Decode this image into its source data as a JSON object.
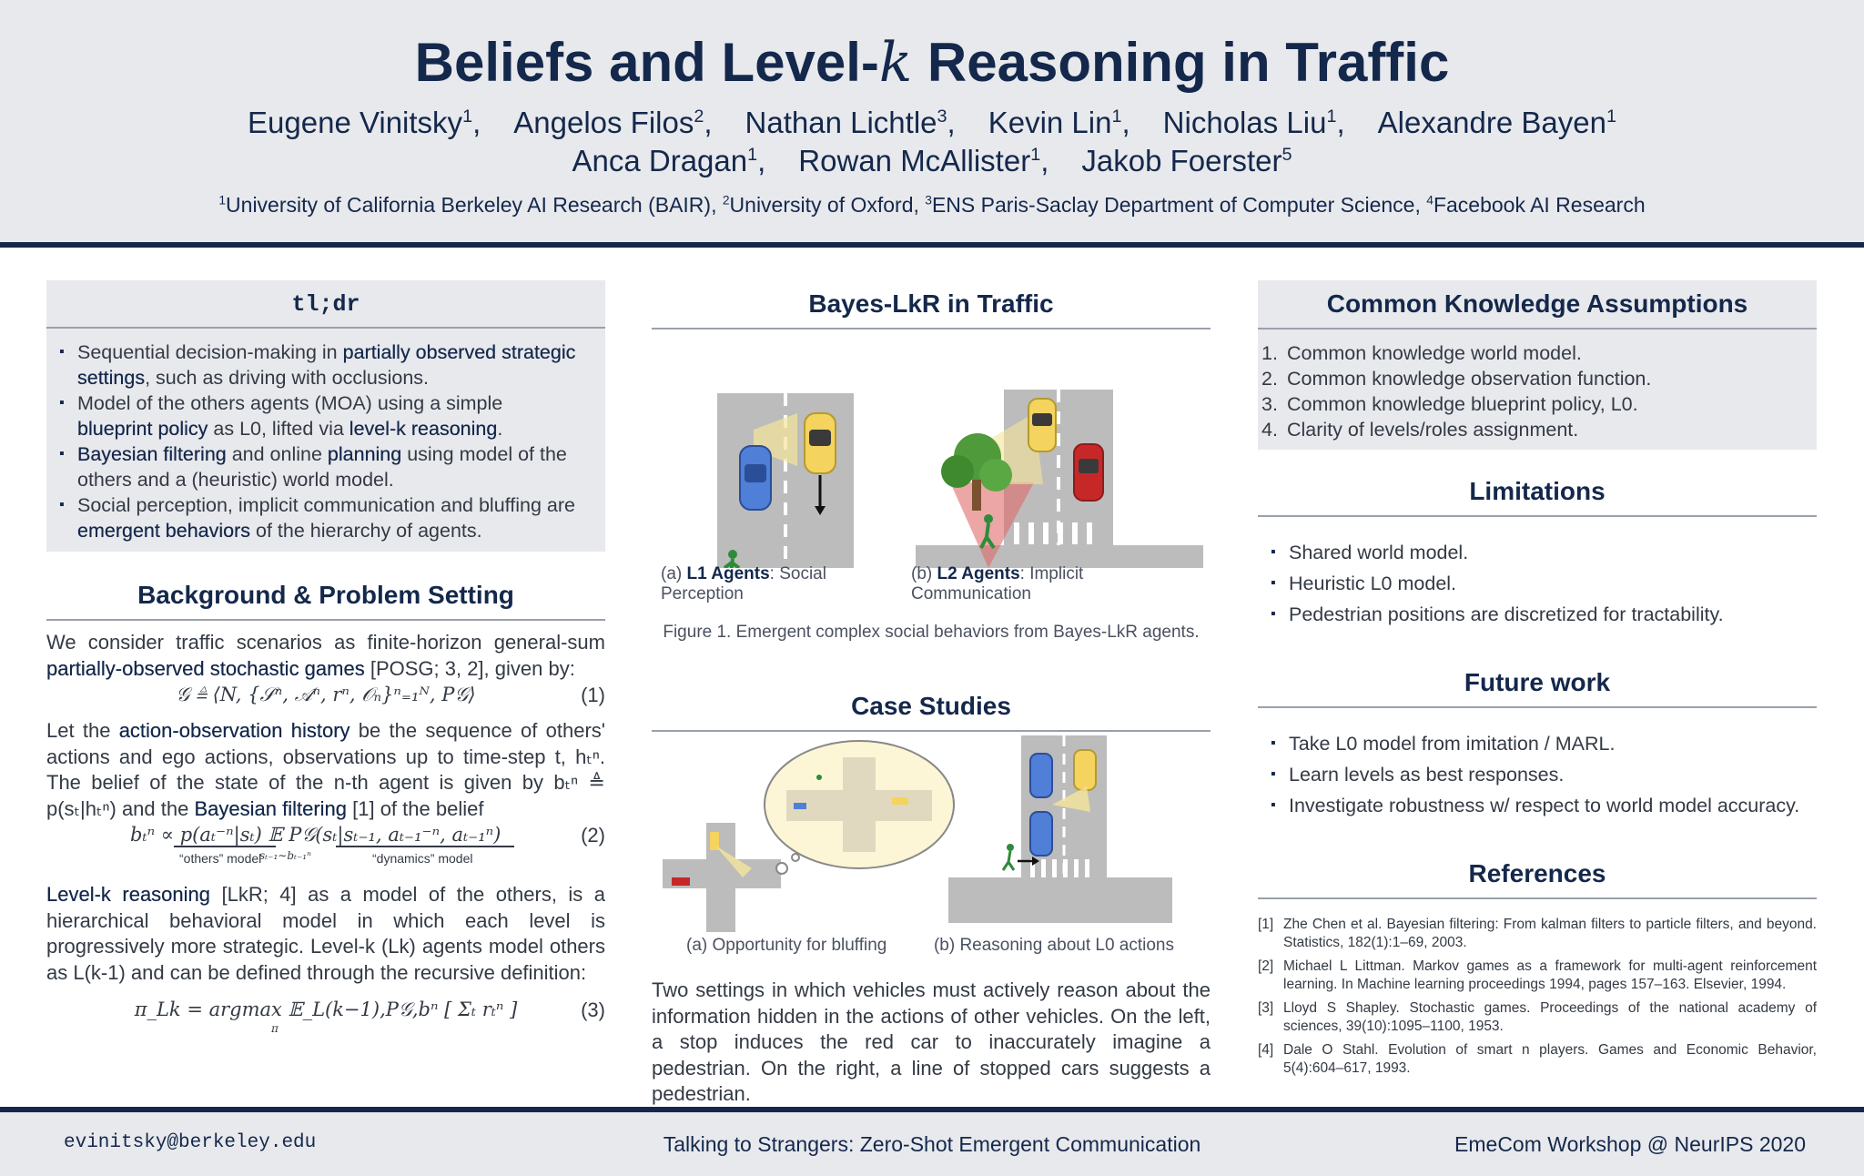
{
  "header": {
    "title_pre": "Beliefs and Level-",
    "title_k": "k",
    "title_post": " Reasoning in Traffic",
    "authors_line1": [
      {
        "name": "Eugene Vinitsky",
        "sup": "1"
      },
      {
        "name": "Angelos Filos",
        "sup": "2"
      },
      {
        "name": "Nathan Lichtle",
        "sup": "3"
      },
      {
        "name": "Kevin Lin",
        "sup": "1"
      },
      {
        "name": "Nicholas Liu",
        "sup": "1"
      },
      {
        "name": "Alexandre Bayen",
        "sup": "1"
      }
    ],
    "authors_line2": [
      {
        "name": "Anca Dragan",
        "sup": "1"
      },
      {
        "name": "Rowan McAllister",
        "sup": "1"
      },
      {
        "name": "Jakob Foerster",
        "sup": "5"
      }
    ],
    "affiliations": [
      {
        "sup": "1",
        "text": "University of California Berkeley AI Research (BAIR), "
      },
      {
        "sup": "2",
        "text": "University of Oxford, "
      },
      {
        "sup": "3",
        "text": "ENS Paris-Saclay Department of Computer Science, "
      },
      {
        "sup": "4",
        "text": "Facebook AI Research"
      }
    ]
  },
  "tldr": {
    "title": "tl;dr",
    "b1_a": "Sequential decision-making in ",
    "b1_b": "partially observed strategic settings",
    "b1_c": ", such as driving with occlusions.",
    "b2_a": "Model of the others agents (MOA) using a simple ",
    "b2_b": "blueprint policy",
    "b2_c": " as L0, lifted via ",
    "b2_d": "level-k reasoning",
    "b2_e": ".",
    "b3_a": "Bayesian filtering",
    "b3_b": " and online ",
    "b3_c": "planning",
    "b3_d": " using model of the others and a (heuristic) world model.",
    "b4_a": "Social perception, implicit communication and bluffing are ",
    "b4_b": "emergent behaviors",
    "b4_c": " of the hierarchy of agents."
  },
  "background": {
    "title": "Background & Problem Setting",
    "p1_a": "We consider traffic scenarios as finite-horizon general-sum ",
    "p1_b": "partially-observed stochastic games",
    "p1_c": " [POSG; 3, 2], given by:",
    "eq1": "𝒢 ≜ ⟨N, {𝒮ⁿ, 𝒜ⁿ, rⁿ, 𝒪ₙ}ⁿ₌₁ᴺ, P𝒢⟩",
    "eq1_num": "(1)",
    "p2_a": "Let the ",
    "p2_b": "action-observation history",
    "p2_c": " be the sequence of others' actions and ego actions, observations up to time-step t, hₜⁿ. The belief of the state of the n-th agent is given by bₜⁿ ≜ p(sₜ|hₜⁿ) and the ",
    "p2_d": "Bayesian filtering",
    "p2_e": " [1] of the belief",
    "eq2": "bₜⁿ ∝ p(aₜ⁻ⁿ|sₜ)   𝔼   P𝒢(sₜ|sₜ₋₁, aₜ₋₁⁻ⁿ, aₜ₋₁ⁿ)",
    "eq2_sub": "sₜ₋₁∼bₜ₋₁ⁿ",
    "eq2_lbl1": "“others” model",
    "eq2_lbl2": "“dynamics” model",
    "eq2_num": "(2)",
    "p3_a": "Level-k reasoning",
    "p3_b": " [LkR; 4] as a model of the others, is a hierarchical behavioral model in which each level is progressively more strategic. Level-k (Lk) agents model others as L(k-1) and can be defined through the recursive definition:",
    "eq3": "π_Lk = argmax 𝔼_L(k−1),P𝒢,bⁿ [ Σₜ rₜⁿ ]",
    "eq3_sub": "π",
    "eq3_num": "(3)"
  },
  "bayes": {
    "title": "Bayes-LkR in Traffic",
    "cap_a_pre": "(a) ",
    "cap_a_b": "L1 Agents",
    "cap_a_post": ": Social Perception",
    "cap_b_pre": "(b) ",
    "cap_b_b": "L2 Agents",
    "cap_b_post": ": Implicit Communication",
    "figure": "Figure 1. Emergent complex social behaviors from Bayes-LkR agents."
  },
  "case": {
    "title": "Case Studies",
    "cap_a": "(a) Opportunity for bluffing",
    "cap_b": "(b) Reasoning about L0 actions",
    "text": "Two settings in which vehicles must actively reason about the information hidden in the actions of other vehicles. On the left, a stop induces the red car to inaccurately imagine a pedestrian. On the right, a line of stopped cars suggests a pedestrian."
  },
  "ck": {
    "title": "Common Knowledge Assumptions",
    "items": [
      "Common knowledge world model.",
      "Common knowledge observation function.",
      "Common knowledge blueprint policy, L0.",
      "Clarity of levels/roles assignment."
    ]
  },
  "limits": {
    "title": "Limitations",
    "items": [
      "Shared world model.",
      "Heuristic L0 model.",
      "Pedestrian positions are discretized for tractability."
    ]
  },
  "future": {
    "title": "Future work",
    "items": [
      "Take L0 model from imitation / MARL.",
      "Learn levels as best responses.",
      "Investigate robustness w/ respect to world model accuracy."
    ]
  },
  "refs": {
    "title": "References",
    "r1": "Zhe Chen et al. Bayesian filtering: From kalman filters to particle filters, and beyond. Statistics, 182(1):1–69, 2003.",
    "r2": "Michael L Littman. Markov games as a framework for multi-agent reinforcement learning. In Machine learning proceedings 1994, pages 157–163. Elsevier, 1994.",
    "r3": "Lloyd S Shapley. Stochastic games. Proceedings of the national academy of sciences, 39(10):1095–1100, 1953.",
    "r4": "Dale O Stahl. Evolution of smart n players. Games and Economic Behavior, 5(4):604–617, 1993.",
    "n1": "[1]",
    "n2": "[2]",
    "n3": "[3]",
    "n4": "[4]"
  },
  "footer": {
    "email": "evinitsky@berkeley.edu",
    "center": "Talking to Strangers: Zero-Shot Emergent Communication",
    "right": "EmeCom Workshop @ NeurIPS 2020"
  }
}
